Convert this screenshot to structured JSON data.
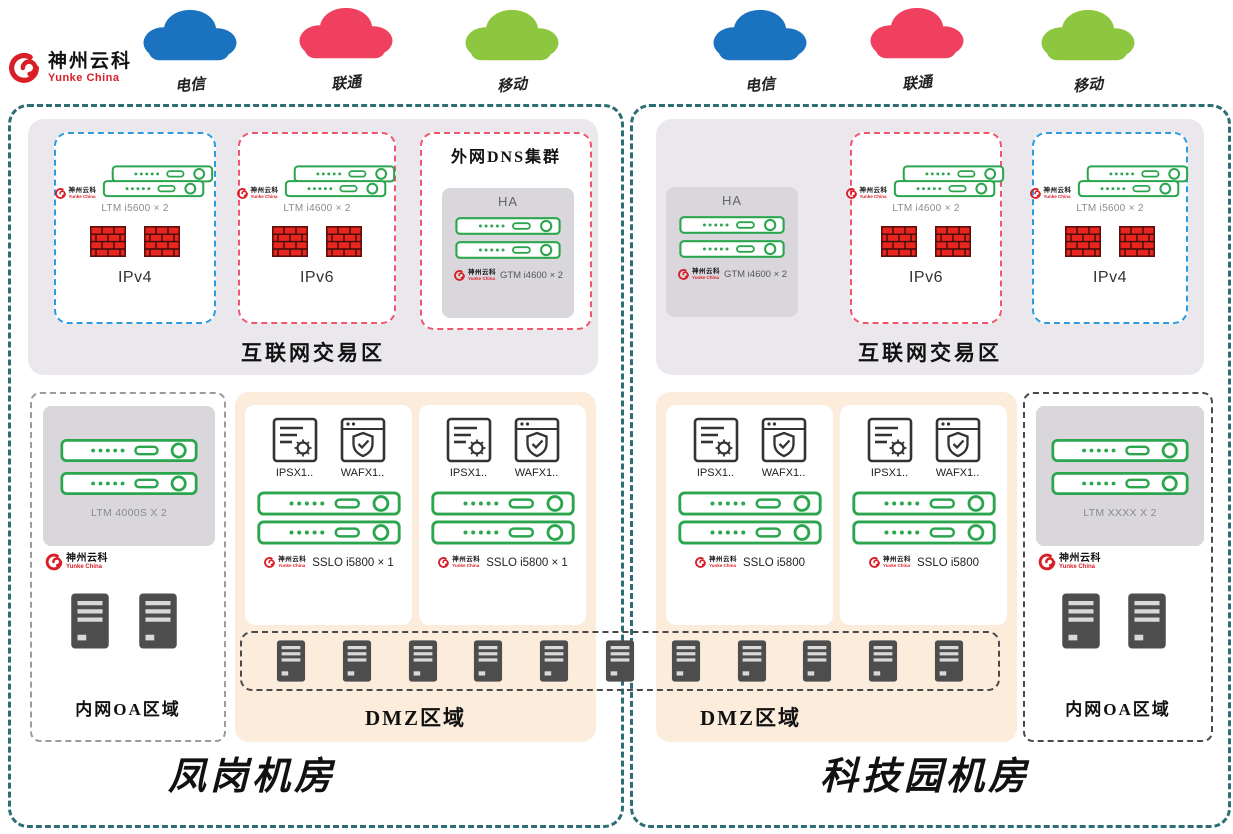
{
  "brand": {
    "name": "神州云科",
    "sub": "Yunke China"
  },
  "isps": {
    "left": [
      {
        "label": "电信",
        "color": "#1b72bf"
      },
      {
        "label": "联通",
        "color": "#ef4060"
      },
      {
        "label": "移动",
        "color": "#8dc63f"
      }
    ],
    "right": [
      {
        "label": "电信",
        "color": "#1b72bf"
      },
      {
        "label": "联通",
        "color": "#ef4060"
      },
      {
        "label": "移动",
        "color": "#8dc63f"
      }
    ]
  },
  "left_dc": {
    "name": "凤岗机房",
    "internet_zone": {
      "label": "互联网交易区",
      "ipv4": {
        "label": "IPv4",
        "device": "LTM i5600 × 2"
      },
      "ipv6": {
        "label": "IPv6",
        "device": "LTM i4600 × 2"
      },
      "dns_cluster": {
        "title": "外网DNS集群",
        "ha": "HA",
        "device": "GTM i4600 × 2"
      }
    },
    "oa_zone": {
      "label": "内网OA区域",
      "device": "LTM 4000S X 2"
    },
    "dmz": {
      "label": "DMZ区域",
      "cards": [
        {
          "ips": "IPSX1..",
          "waf": "WAFX1..",
          "sslo": "SSLO i5800 × 1"
        },
        {
          "ips": "IPSX1..",
          "waf": "WAFX1..",
          "sslo": "SSLO i5800 × 1"
        }
      ]
    }
  },
  "right_dc": {
    "name": "科技园机房",
    "internet_zone": {
      "label": "互联网交易区",
      "ha_cluster": {
        "ha": "HA",
        "device": "GTM i4600 × 2"
      },
      "ipv6": {
        "label": "IPv6",
        "device": "LTM i4600 × 2"
      },
      "ipv4": {
        "label": "IPv4",
        "device": "LTM i5600 × 2"
      }
    },
    "dmz": {
      "label": "DMZ区域",
      "cards": [
        {
          "ips": "IPSX1..",
          "waf": "WAFX1..",
          "sslo": "SSLO i5800"
        },
        {
          "ips": "IPSX1..",
          "waf": "WAFX1..",
          "sslo": "SSLO i5800"
        }
      ]
    },
    "oa_zone": {
      "label": "内网OA区域",
      "device": "LTM XXXX X 2"
    }
  },
  "dmz_server_farm": {
    "count": 11
  },
  "colors": {
    "dc_border": "#2d6e74",
    "zone_bg": "#eae8ec",
    "dmz_bg": "#fbecdc",
    "device_green": "#2ca64e",
    "firewall_red": "#e8251f",
    "ipv4_border": "#2e9ae0",
    "ipv6_border": "#f2556e",
    "logo_red": "#d81e26"
  }
}
